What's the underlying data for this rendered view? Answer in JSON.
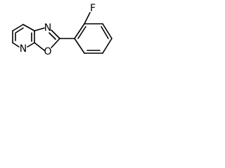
{
  "molecule": {
    "atoms": {
      "nitrogen_oxazole": "N",
      "nitrogen_pyridine": "N",
      "oxygen_oxazole": "O",
      "fluorine": "F"
    }
  }
}
